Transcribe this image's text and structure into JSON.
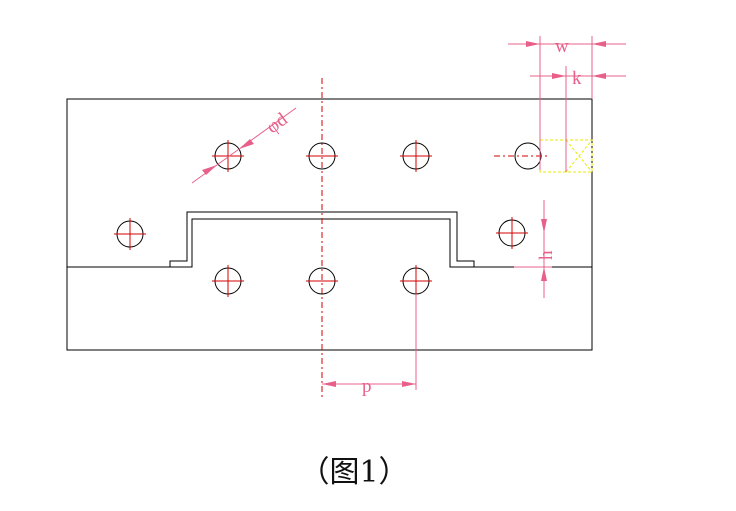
{
  "figure": {
    "caption": "（图1）",
    "dimensions": {
      "w": "w",
      "k": "k",
      "d": "φd",
      "h": "h",
      "p": "p"
    },
    "colors": {
      "outline": "#000000",
      "centerline": "#d40000",
      "dimension": "#e8608a",
      "hidden": "#e8e800"
    }
  }
}
